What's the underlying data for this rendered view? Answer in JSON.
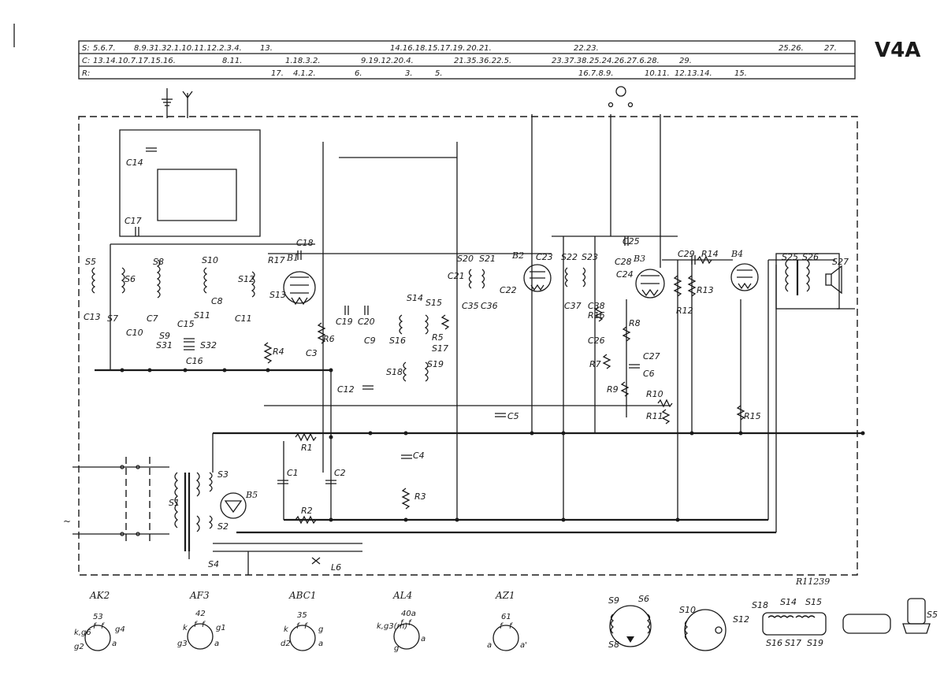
{
  "title": "V4A",
  "table": {
    "row_s_label": "S:",
    "row_s_values": [
      "5.6.7.",
      "8.9.31.32.1.10.11.12.2.3.4.",
      "13.",
      "14.16.18.15.17.19.",
      "20.21.",
      "22.23.",
      "25.26.",
      "27."
    ],
    "row_c_label": "C:",
    "row_c_values": [
      "13.14.10.7.17.15.16.",
      "8.11.",
      "1.18.3.2.",
      "9.19.12.20.4.",
      "21.35.36.22.5.",
      "23.37.38.25.24.26.27.6.28.",
      "29."
    ],
    "row_r_label": "R:",
    "row_r_values": [
      "17.",
      "4.1.2.",
      "6.",
      "3.",
      "5.",
      "16.7.8.9.",
      "10.11.",
      "12.13.14.",
      "15."
    ]
  },
  "drawing_number": "R11239",
  "mains_symbol": "~",
  "components": {
    "tubes": [
      "B1",
      "B2",
      "B3",
      "B4",
      "B5"
    ],
    "capacitors": [
      "C1",
      "C2",
      "C3",
      "C4",
      "C5",
      "C6",
      "C7",
      "C8",
      "C9",
      "C10",
      "C11",
      "C12",
      "C13",
      "C14",
      "C15",
      "C16",
      "C17",
      "C18",
      "C19",
      "C20",
      "C21",
      "C22",
      "C23",
      "C24",
      "C25",
      "C26",
      "C27",
      "C28",
      "C29",
      "C35",
      "C36",
      "C37",
      "C38"
    ],
    "resistors": [
      "R1",
      "R2",
      "R3",
      "R4",
      "R5",
      "R6",
      "R7",
      "R8",
      "R9",
      "R10",
      "R11",
      "R12",
      "R13",
      "R14",
      "R15",
      "R16",
      "R17"
    ],
    "coils": [
      "S1",
      "S2",
      "S3",
      "S4",
      "S5",
      "S6",
      "S7",
      "S8",
      "S9",
      "S10",
      "S11",
      "S12",
      "S13",
      "S14",
      "S15",
      "S16",
      "S17",
      "S18",
      "S19",
      "S20",
      "S21",
      "S22",
      "S23",
      "S25",
      "S26",
      "S27",
      "S31",
      "S32"
    ],
    "lamp": "L6"
  },
  "tube_bases": [
    {
      "name": "AK2",
      "base": "53",
      "pins": [
        "k,g6",
        "f",
        "f",
        "g4",
        "g2",
        "a"
      ]
    },
    {
      "name": "AF3",
      "base": "42",
      "pins": [
        "k",
        "f",
        "f",
        "g1",
        "g3",
        "a"
      ]
    },
    {
      "name": "ABC1",
      "base": "35",
      "pins": [
        "k",
        "f",
        "f",
        "g",
        "d2",
        "a"
      ]
    },
    {
      "name": "AL4",
      "base": "40a",
      "pins": [
        "k,g3(m)",
        "f",
        "f",
        "a",
        "g"
      ]
    },
    {
      "name": "AZ1",
      "base": "61",
      "pins": [
        "f",
        "f",
        "a",
        "a'"
      ]
    }
  ],
  "coil_details": {
    "group1": [
      "S9",
      "S6",
      "S8"
    ],
    "group2": [
      "S10",
      "S12"
    ],
    "group3": [
      "S18",
      "S14",
      "S15",
      "S16",
      "S17",
      "S19"
    ],
    "group4": [
      "S5"
    ]
  }
}
